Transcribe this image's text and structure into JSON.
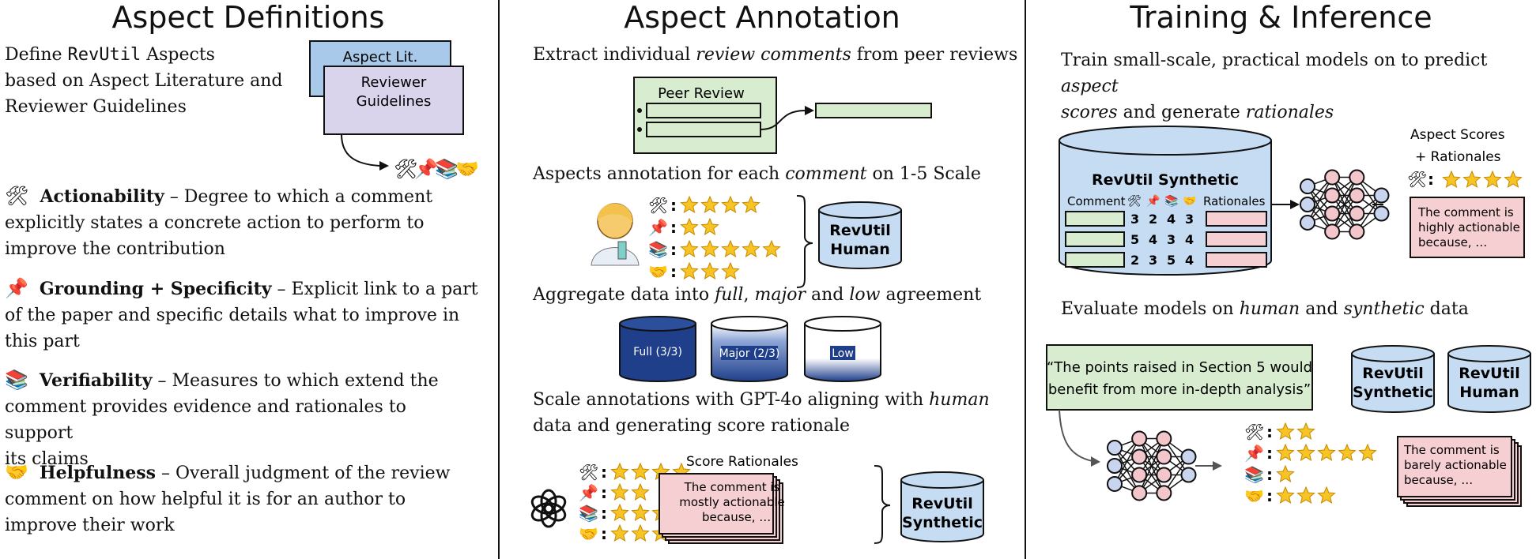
{
  "left": {
    "title": "Aspect Definitions",
    "intro_1": "Define ",
    "intro_mono": "RevUtil",
    "intro_2": " Aspects",
    "intro_line2": "based on Aspect Literature and",
    "intro_line3": "Reviewer Guidelines",
    "doc_aspect_lit": "Aspect Lit.",
    "doc_reviewer_1": "Reviewer",
    "doc_reviewer_2": "Guidelines",
    "aspects": [
      {
        "name": "Actionability",
        "sep": " – Degree to which a comment",
        "line2": "explicitly states a concrete action to perform to",
        "line3": "improve the contribution"
      },
      {
        "name": "Grounding + Specificity",
        "sep": " – Explicit link to a part",
        "line2": "of the paper and specific details what to improve in",
        "line3": "this part"
      },
      {
        "name": "Verifiability",
        "sep": " – Measures to which extend the",
        "line2": "comment provides evidence and rationales to support",
        "line3": "its claims"
      },
      {
        "name": "Helpfulness",
        "sep": " – Overall judgment of the review",
        "line2": "comment on how helpful it is for an author to",
        "line3": "improve their work"
      }
    ]
  },
  "middle": {
    "title": "Aspect Annotation",
    "extract_1": "Extract individual ",
    "extract_i": "review comments",
    "extract_2": " from peer reviews",
    "peer_review": "Peer Review",
    "annot_1": "Aspects annotation for each ",
    "annot_i": "comment",
    "annot_2": " on 1-5 Scale",
    "human_stars": [
      4,
      2,
      5,
      3
    ],
    "db_human_1": "RevUtil",
    "db_human_2": "Human",
    "agg_1": "Aggregate data into ",
    "agg_full": "full",
    "agg_sep1": ", ",
    "agg_major": "major",
    "agg_and": " and ",
    "agg_low": "low",
    "agg_2": " agreement",
    "cyl_full": "Full (3/3)",
    "cyl_major": "Major (2/3)",
    "cyl_low": "Low",
    "scale_1": "Scale annotations with GPT-4o aligning with ",
    "scale_i": "human",
    "scale_2": "data and generating score rationale",
    "gpt_stars": [
      4,
      2,
      5,
      3
    ],
    "score_rationales": "Score Rationales",
    "rationale_1": "The comment is",
    "rationale_2": "mostly actionable",
    "rationale_3": "because, …",
    "db_syn_1": "RevUtil",
    "db_syn_2": "Synthetic"
  },
  "right": {
    "title": "Training & Inference",
    "train_1": "Train small-scale, practical models on to predict ",
    "train_i1": "aspect",
    "train_i2": "scores",
    "train_2": " and generate ",
    "train_i3": "rationales",
    "db_title": "RevUtil Synthetic",
    "col_comment": "Comment",
    "col_rationales": "Rationales",
    "table_rows": [
      [
        "3",
        "2",
        "4",
        "3"
      ],
      [
        "5",
        "4",
        "3",
        "4"
      ],
      [
        "2",
        "3",
        "5",
        "4"
      ]
    ],
    "aspect_scores": "Aspect Scores",
    "plus_rationales": "+ Rationales",
    "top_stars": 4,
    "out_1": "The comment is",
    "out_2": "highly actionable",
    "out_3": "because, …",
    "eval_1": "Evaluate models on ",
    "eval_i1": "human",
    "eval_and": " and ",
    "eval_i2": "synthetic",
    "eval_2": " data",
    "quote_1": "“The points raised in Section 5 would",
    "quote_2": "benefit from more in-depth analysis”",
    "db_eval_syn_1": "RevUtil",
    "db_eval_syn_2": "Synthetic",
    "db_eval_hum_1": "RevUtil",
    "db_eval_hum_2": "Human",
    "eval_stars": [
      2,
      5,
      1,
      3
    ],
    "pred_1": "The comment is",
    "pred_2": "barely actionable",
    "pred_3": "because, …"
  },
  "colors": {
    "doc_blue": "#a9c9ea",
    "doc_purple": "#d9d4ec",
    "green_fill": "#d8edd0",
    "pink_fill": "#f6cfd2",
    "db_fill": "#c5dcf2",
    "node_blue": "#c9d4ef",
    "node_pink": "#f3c6cc",
    "dark_blue": "#1f3f8a",
    "star": "#f7c325"
  },
  "icons": [
    "tools-icon",
    "pushpin-icon",
    "books-icon",
    "handshake-icon",
    "scientist-icon",
    "openai-logo-icon",
    "neural-network-icon",
    "star-icon"
  ]
}
